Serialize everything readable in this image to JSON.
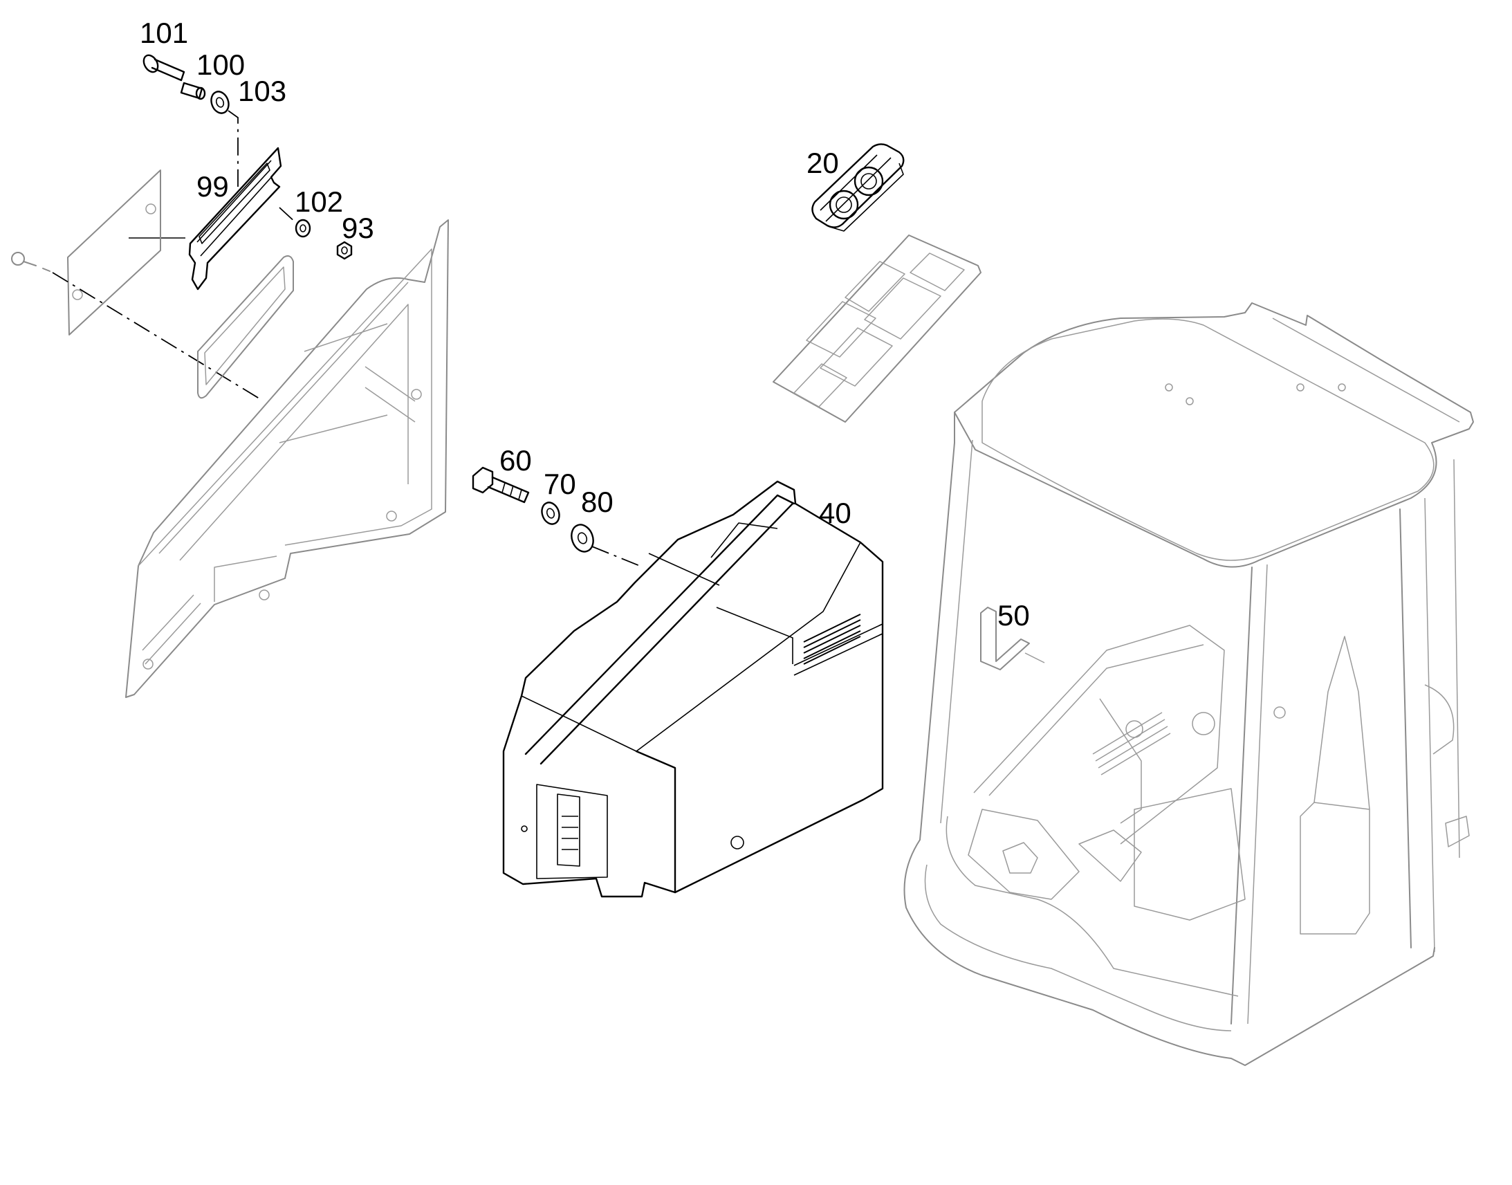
{
  "diagram": {
    "labels": {
      "p101": "101",
      "p100": "100",
      "p103": "103",
      "p99": "99",
      "p102": "102",
      "p93": "93",
      "p20": "20",
      "p60": "60",
      "p70": "70",
      "p80": "80",
      "p40": "40",
      "p50": "50"
    }
  }
}
